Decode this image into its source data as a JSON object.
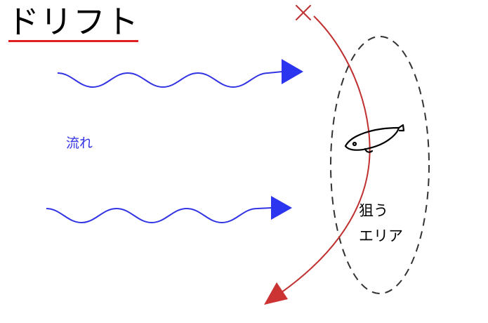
{
  "title": "ドリフト",
  "flow_label": "流れ",
  "target_label": {
    "line1": "狙う",
    "line2": "エリア"
  },
  "colors": {
    "title_underline": "#e02020",
    "current": "#3333e6",
    "current_arrowhead": "#2b35f0",
    "drift_path": "#c03030",
    "drift_arrowhead": "#cc3333",
    "target_area_outline": "#333333",
    "lure": "#000000"
  },
  "icons": {
    "start_marker": "x-mark-icon",
    "lure": "fishing-lure-icon"
  }
}
